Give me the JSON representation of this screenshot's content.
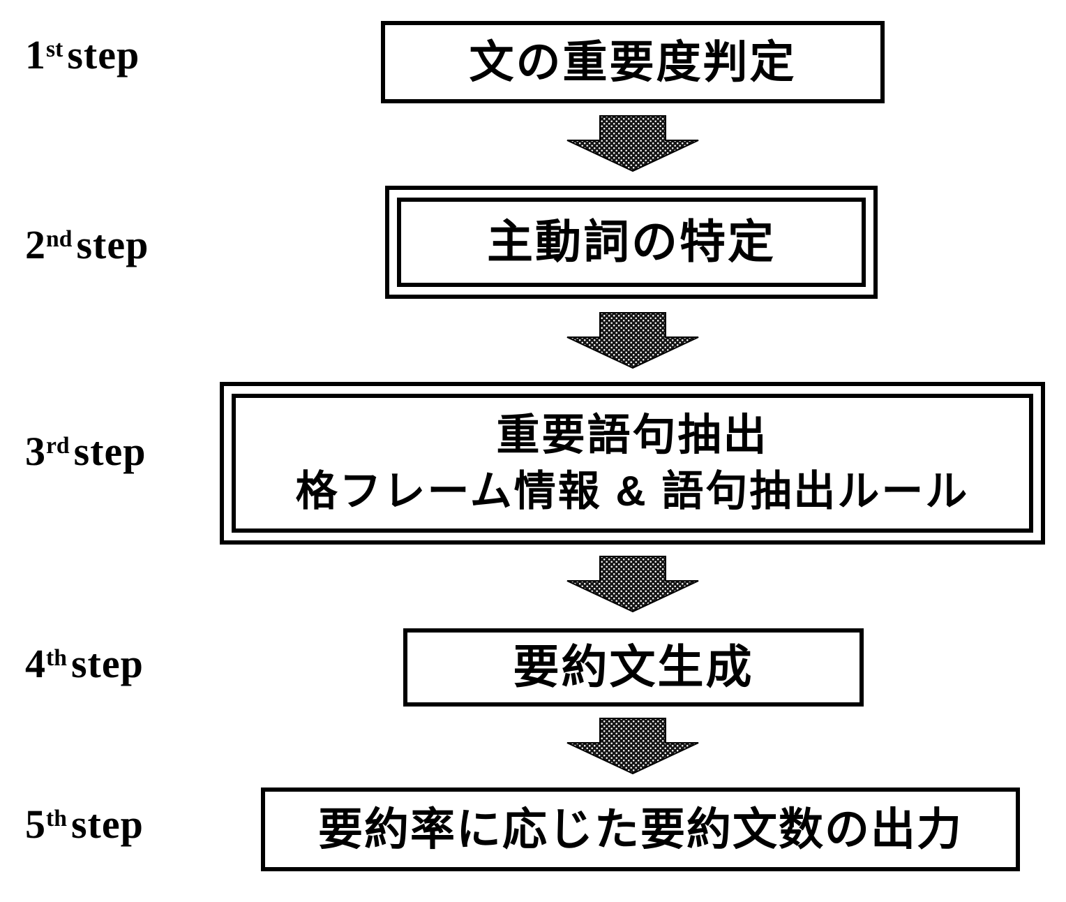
{
  "figure": {
    "background_color": "#ffffff",
    "ink_color": "#000000",
    "arrow_fill_base": "#151515",
    "steps": [
      {
        "label_num": "1",
        "label_ordinal": "st",
        "label_word": "step",
        "box_text": "文の重要度判定",
        "box_border": "single"
      },
      {
        "label_num": "2",
        "label_ordinal": "nd",
        "label_word": "step",
        "box_text": "主動詞の特定",
        "box_border": "double"
      },
      {
        "label_num": "3",
        "label_ordinal": "rd",
        "label_word": "step",
        "box_lines": [
          "重要語句抽出",
          "格フレーム情報 & 語句抽出ルール"
        ],
        "box_border": "double"
      },
      {
        "label_num": "4",
        "label_ordinal": "th",
        "label_word": "step",
        "box_text": "要約文生成",
        "box_border": "single"
      },
      {
        "label_num": "5",
        "label_ordinal": "th",
        "label_word": "step",
        "box_text": "要約率に応じた要約文数の出力",
        "box_border": "single"
      }
    ]
  }
}
